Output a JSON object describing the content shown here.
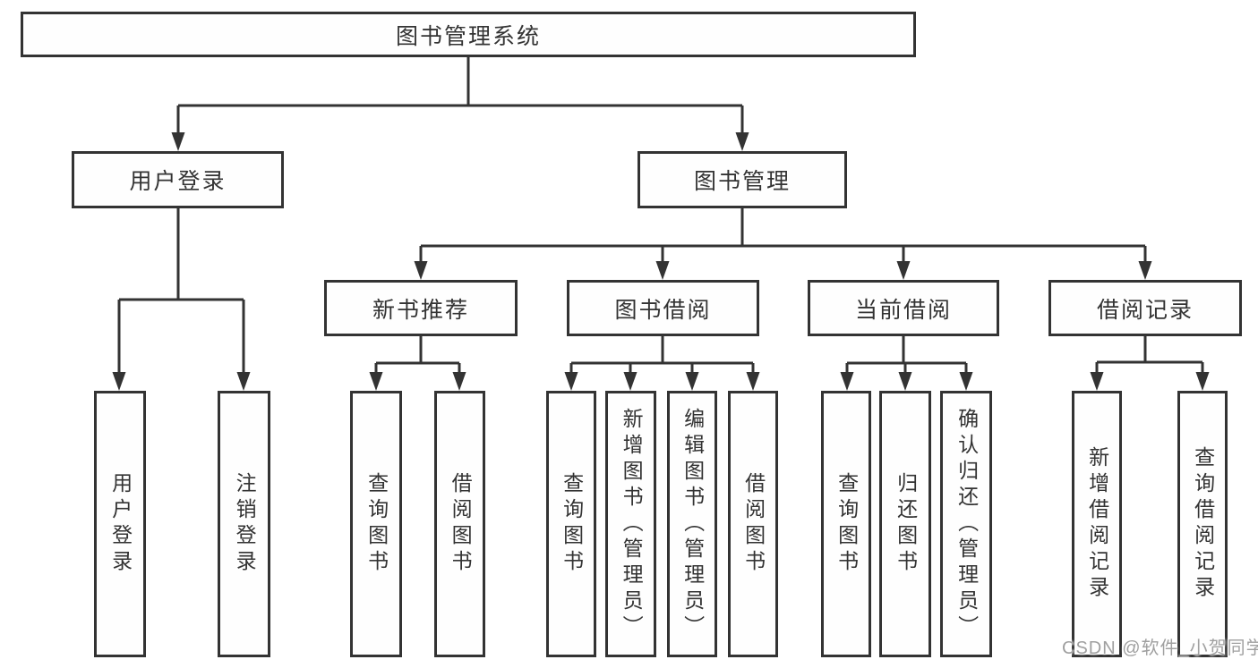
{
  "diagram": {
    "type": "hierarchy",
    "tree": {
      "label": "图书管理系统",
      "children": [
        {
          "label": "用户登录",
          "children": [
            {
              "label": "用户登录"
            },
            {
              "label": "注销登录"
            }
          ]
        },
        {
          "label": "图书管理",
          "children": [
            {
              "label": "新书推荐",
              "children": [
                {
                  "label": "查询图书"
                },
                {
                  "label": "借阅图书"
                }
              ]
            },
            {
              "label": "图书借阅",
              "children": [
                {
                  "label": "查询图书"
                },
                {
                  "label": "新增图书（管理员）"
                },
                {
                  "label": "编辑图书（管理员）"
                },
                {
                  "label": "借阅图书"
                }
              ]
            },
            {
              "label": "当前借阅",
              "children": [
                {
                  "label": "查询图书"
                },
                {
                  "label": "归还图书"
                },
                {
                  "label": "确认归还（管理员）"
                }
              ]
            },
            {
              "label": "借阅记录",
              "children": [
                {
                  "label": "新增借阅记录"
                },
                {
                  "label": "查询借阅记录"
                }
              ]
            }
          ]
        }
      ]
    },
    "colors": {
      "line": "#333333",
      "box_border": "#333333",
      "background": "#ffffff",
      "text": "#333333",
      "watermark": "#a0a0a0"
    }
  },
  "watermark": {
    "text": "CSDN @软件_小贺同学"
  }
}
